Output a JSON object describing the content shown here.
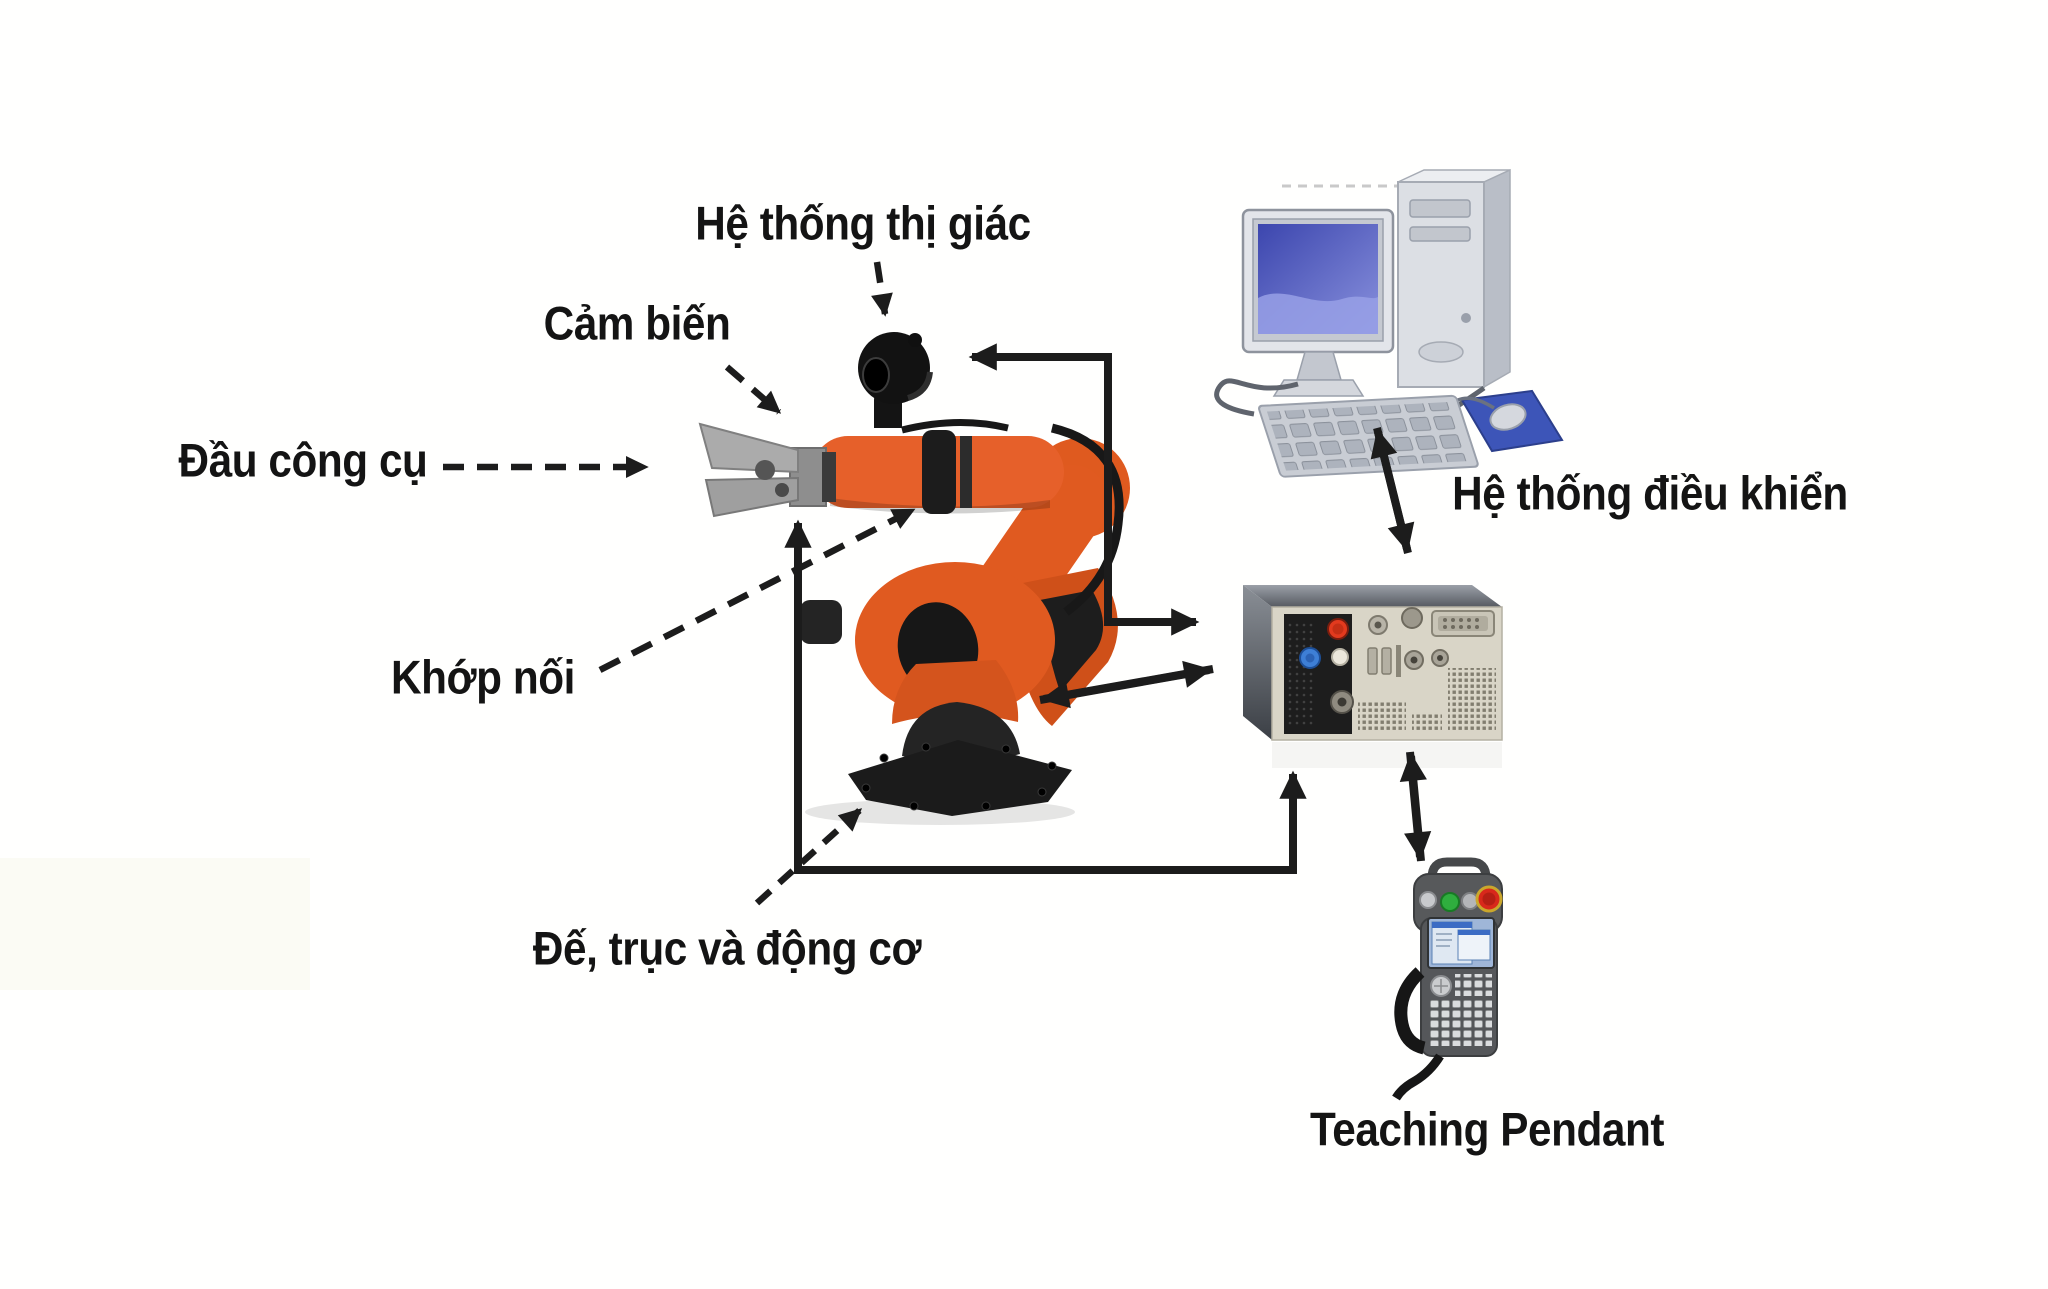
{
  "diagram": {
    "title_context": "Robot arm system components diagram",
    "labels": {
      "vision_system": "Hệ thống thị giác",
      "sensor": "Cảm biến",
      "tool_head": "Đầu công cụ",
      "joint": "Khớp nối",
      "base_axes_motor": "Đế, trục và động cơ",
      "control_system": "Hệ thống điều khiển",
      "teaching_pendant": "Teaching Pendant"
    },
    "components": [
      {
        "id": "robot-arm",
        "icon": "robot-arm-icon"
      },
      {
        "id": "vision-camera",
        "icon": "camera-icon"
      },
      {
        "id": "gripper",
        "icon": "gripper-icon"
      },
      {
        "id": "desktop-computer",
        "icon": "desktop-computer-icon"
      },
      {
        "id": "controller-box",
        "icon": "controller-box-icon"
      },
      {
        "id": "teaching-pendant",
        "icon": "handheld-pendant-icon"
      }
    ],
    "connections": [
      {
        "from": "vision_system_label",
        "to": "vision-camera",
        "style": "dashed-arrow"
      },
      {
        "from": "sensor_label",
        "to": "gripper",
        "style": "dashed-arrow"
      },
      {
        "from": "tool_head_label",
        "to": "gripper",
        "style": "dashed-arrow"
      },
      {
        "from": "joint_label",
        "to": "robot-arm",
        "style": "dashed-arrow"
      },
      {
        "from": "base_label",
        "to": "robot-base",
        "style": "dashed-arrow"
      },
      {
        "from": "controller-box",
        "to": "vision-camera",
        "style": "solid-elbow-double-arrow"
      },
      {
        "from": "robot-arm",
        "to": "controller-box",
        "style": "solid-double-arrow"
      },
      {
        "from": "robot-base",
        "to": "controller-box",
        "style": "solid-elbow-double-arrow"
      },
      {
        "from": "desktop-computer",
        "to": "controller-box",
        "style": "solid-double-arrow"
      },
      {
        "from": "controller-box",
        "to": "teaching-pendant",
        "style": "solid-double-arrow"
      }
    ],
    "colors": {
      "background": "#ffffff",
      "text": "#141414",
      "arrow": "#1c1c1c",
      "robot_orange": "#e05a20",
      "robot_black": "#1b1b1b",
      "gripper_gray": "#a8a8a8",
      "monitor_screen_blue": "#424cb5",
      "mousepad_blue": "#3d55b8",
      "controller_face_beige": "#d9d5c7",
      "controller_red_button": "#e23a1e",
      "controller_blue_port": "#3e7fd6",
      "pendant_body_gray": "#57595b",
      "pendant_green_button": "#2fae3e",
      "pendant_estop_red": "#d8281b",
      "pendant_screen_blue": "#9fb6d8"
    }
  }
}
